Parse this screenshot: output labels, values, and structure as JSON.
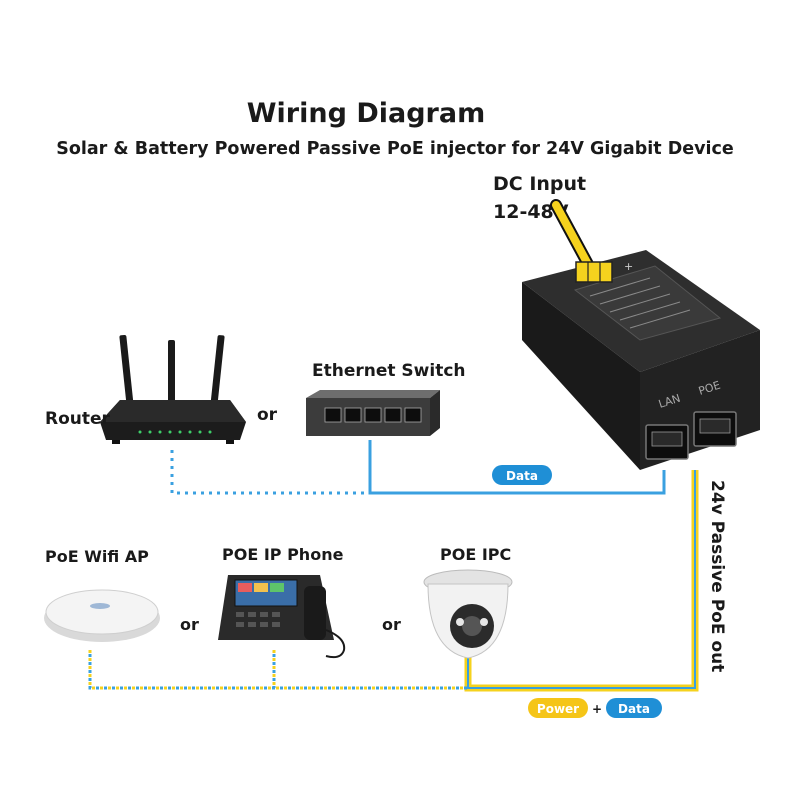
{
  "header": {
    "title": "Wiring Diagram",
    "subtitle": "Solar & Battery Powered Passive PoE injector for 24V Gigabit Device"
  },
  "dc_input": {
    "line1": "DC Input",
    "line2": "12-48V"
  },
  "injector": {
    "port_poe": "POE",
    "port_lan": "LAN"
  },
  "devices": {
    "router": "Router",
    "ethernet_switch": "Ethernet Switch",
    "poe_wifi_ap": "PoE Wifi AP",
    "poe_ip_phone": "POE IP Phone",
    "poe_ipc": "POE IPC"
  },
  "connector_or": "or",
  "badges": {
    "data_top": "Data",
    "power": "Power",
    "plus": "+",
    "data_bottom": "Data"
  },
  "poe_out_label": "24v Passive PoE out",
  "colors": {
    "data_line": "#3aa0e0",
    "power_line": "#f5d21e",
    "badge_blue": "#1f8fd6",
    "badge_yellow": "#f5c518",
    "text": "#1a1a1a"
  }
}
